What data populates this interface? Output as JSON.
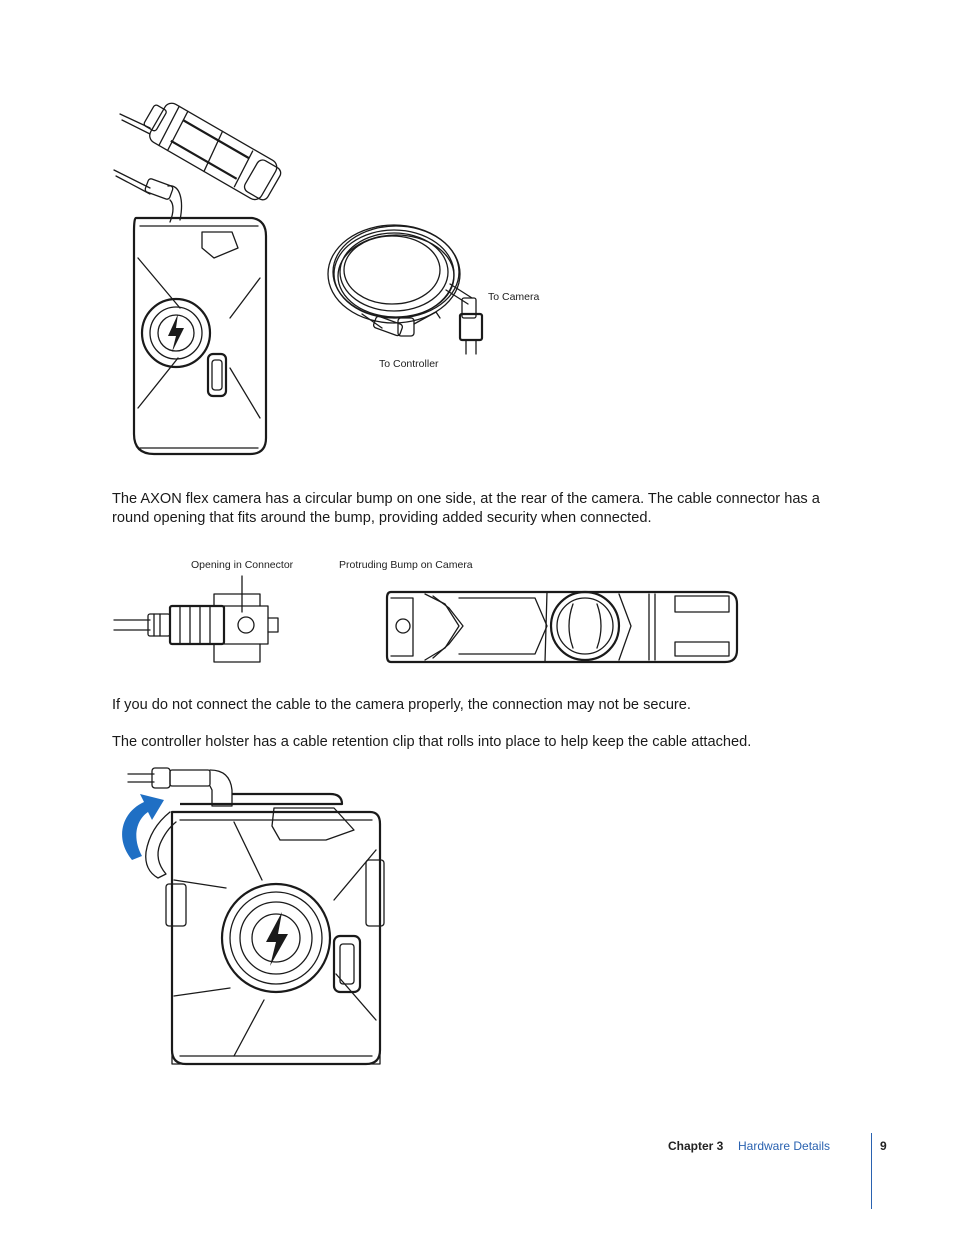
{
  "figure1": {
    "label_to_camera": "To Camera",
    "label_to_controller": "To Controller"
  },
  "paragraph1": "The AXON flex camera has a circular bump on one side, at the rear of the camera. The cable connector has a round opening that fits around the bump, providing added security when connected.",
  "figure2": {
    "label_opening": "Opening in Connector",
    "label_bump": "Protruding Bump on Camera"
  },
  "paragraph2": "If you do not connect the cable to the camera properly, the connection may not be secure.",
  "paragraph3": "The controller holster has a cable retention clip that rolls into place to help keep the cable attached.",
  "footer": {
    "chapter": "Chapter 3",
    "title": "Hardware Details",
    "page_number": "9"
  },
  "colors": {
    "accent": "#2a62b0",
    "arrow": "#1f6fc4"
  }
}
